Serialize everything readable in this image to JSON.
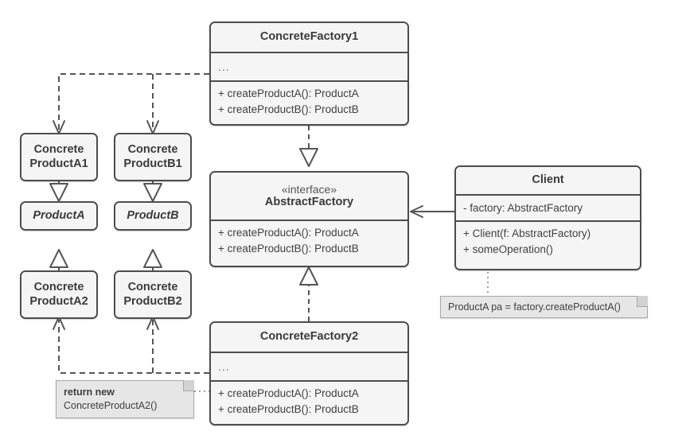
{
  "diagram": {
    "title": "Abstract Factory pattern UML class diagram",
    "colors": {
      "background": "#ffffff",
      "box_fill": "#f5f5f5",
      "box_border": "#4d4d4d",
      "note_fill": "#e6e6e6",
      "note_border": "#a8a8a8",
      "edge": "#555555",
      "text": "#3a3a3a"
    }
  },
  "classes": {
    "concrete_factory_1": {
      "name": "ConcreteFactory1",
      "ellipsis": "...",
      "operations": [
        "+ createProductA(): ProductA",
        "+ createProductB(): ProductB"
      ]
    },
    "abstract_factory": {
      "stereotype": "«interface»",
      "name": "AbstractFactory",
      "operations": [
        "+ createProductA(): ProductA",
        "+ createProductB(): ProductB"
      ]
    },
    "concrete_factory_2": {
      "name": "ConcreteFactory2",
      "ellipsis": "...",
      "operations": [
        "+ createProductA(): ProductA",
        "+ createProductB(): ProductB"
      ]
    },
    "client": {
      "name": "Client",
      "attributes": [
        "- factory: AbstractFactory"
      ],
      "operations": [
        "+ Client(f: AbstractFactory)",
        "+ someOperation()"
      ]
    },
    "concrete_product_a1": {
      "line1": "Concrete",
      "line2": "ProductA1"
    },
    "concrete_product_b1": {
      "line1": "Concrete",
      "line2": "ProductB1"
    },
    "product_a": {
      "line1": "ProductA",
      "abstract": true
    },
    "product_b": {
      "line1": "ProductB",
      "abstract": true
    },
    "concrete_product_a2": {
      "line1": "Concrete",
      "line2": "ProductA2"
    },
    "concrete_product_b2": {
      "line1": "Concrete",
      "line2": "ProductB2"
    }
  },
  "notes": {
    "client_note": {
      "text": "ProductA pa = factory.createProductA()"
    },
    "factory2_note": {
      "line1": "return new",
      "line2": "ConcreteProductA2()"
    }
  },
  "relationships": [
    {
      "from": "ConcreteFactory1",
      "to": "AbstractFactory",
      "type": "realization"
    },
    {
      "from": "ConcreteFactory2",
      "to": "AbstractFactory",
      "type": "realization"
    },
    {
      "from": "Client",
      "to": "AbstractFactory",
      "type": "association"
    },
    {
      "from": "ConcreteProductA1",
      "to": "ProductA",
      "type": "realization"
    },
    {
      "from": "ConcreteProductB1",
      "to": "ProductB",
      "type": "realization"
    },
    {
      "from": "ConcreteProductA2",
      "to": "ProductA",
      "type": "generalization"
    },
    {
      "from": "ConcreteProductB2",
      "to": "ProductB",
      "type": "generalization"
    },
    {
      "from": "ConcreteFactory1",
      "to": "ConcreteProductA1",
      "type": "dependency"
    },
    {
      "from": "ConcreteFactory1",
      "to": "ConcreteProductB1",
      "type": "dependency"
    },
    {
      "from": "ConcreteFactory2",
      "to": "ConcreteProductA2",
      "type": "dependency"
    },
    {
      "from": "ConcreteFactory2",
      "to": "ConcreteProductB2",
      "type": "dependency"
    }
  ]
}
